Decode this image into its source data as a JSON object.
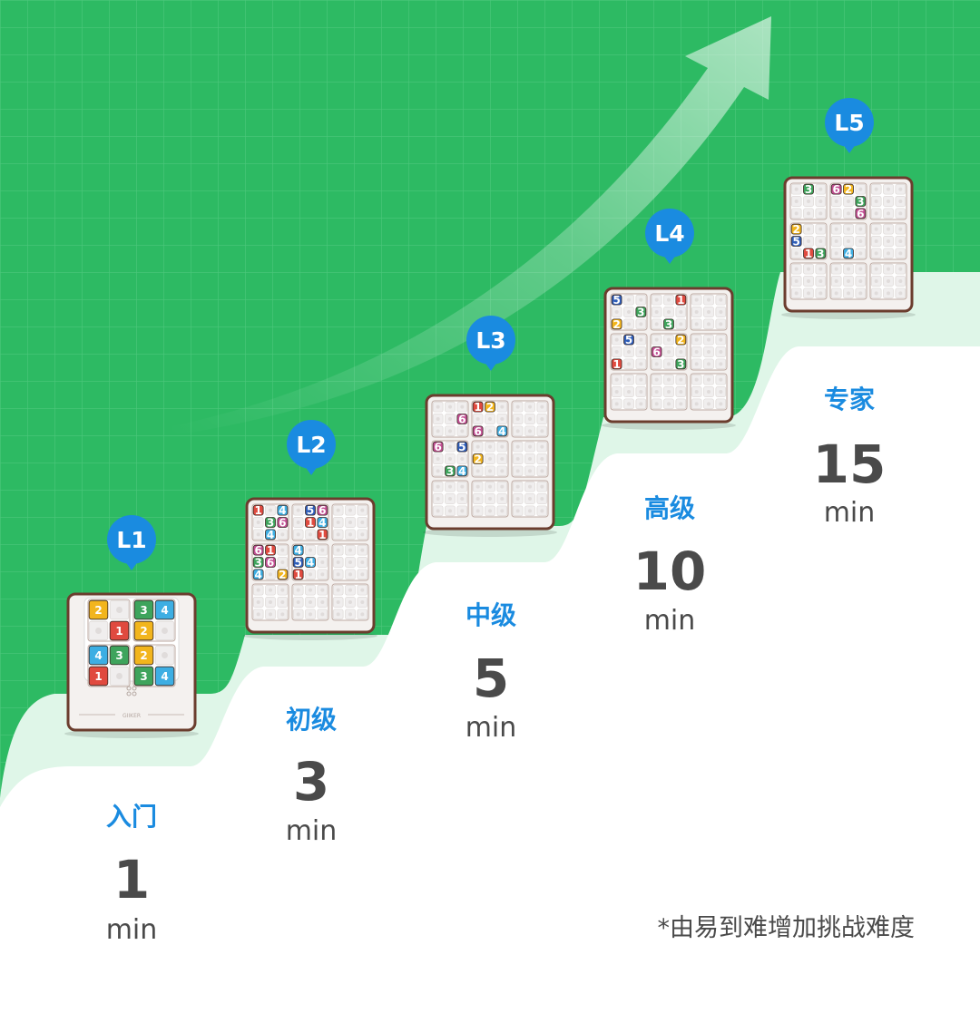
{
  "colors": {
    "background_green": "#2dba63",
    "step_light": "#dff6e8",
    "step_white": "#ffffff",
    "level_name": "#1a8be0",
    "value_text": "#4a4a4a",
    "pin_blue": "#1a8be0",
    "board_frame": "#6b3d2e",
    "tile": {
      "1": "#e04a3f",
      "2": "#f2b51d",
      "3": "#3ea45c",
      "4": "#3daee3",
      "5": "#2d5cb8",
      "6": "#c24e93"
    }
  },
  "levels": [
    {
      "badge": "L1",
      "name": "入门",
      "value": "1",
      "unit": "min",
      "board_size": 2,
      "tiles": [
        [
          0,
          0,
          2
        ],
        [
          1,
          1,
          1
        ],
        [
          2,
          0,
          3
        ],
        [
          3,
          0,
          4
        ],
        [
          2,
          1,
          2
        ],
        [
          0,
          2,
          4
        ],
        [
          1,
          2,
          3
        ],
        [
          0,
          3,
          1
        ],
        [
          2,
          2,
          2
        ],
        [
          2,
          3,
          3
        ],
        [
          3,
          3,
          4
        ]
      ]
    },
    {
      "badge": "L2",
      "name": "初级",
      "value": "3",
      "unit": "min",
      "board_size": 3,
      "tiles": [
        [
          0,
          0,
          1
        ],
        [
          2,
          0,
          4
        ],
        [
          1,
          1,
          3
        ],
        [
          2,
          1,
          6
        ],
        [
          4,
          0,
          5
        ],
        [
          5,
          0,
          6
        ],
        [
          4,
          1,
          1
        ],
        [
          5,
          1,
          4
        ],
        [
          1,
          2,
          4
        ],
        [
          0,
          3,
          6
        ],
        [
          1,
          3,
          1
        ],
        [
          5,
          2,
          1
        ],
        [
          3,
          3,
          4
        ],
        [
          0,
          4,
          3
        ],
        [
          1,
          4,
          6
        ],
        [
          0,
          5,
          4
        ],
        [
          2,
          5,
          2
        ],
        [
          3,
          4,
          5
        ],
        [
          4,
          4,
          4
        ],
        [
          3,
          5,
          1
        ]
      ]
    },
    {
      "badge": "L3",
      "name": "中级",
      "value": "5",
      "unit": "min",
      "board_size": 3,
      "tiles": [
        [
          2,
          1,
          6
        ],
        [
          3,
          0,
          1
        ],
        [
          4,
          0,
          2
        ],
        [
          3,
          2,
          6
        ],
        [
          5,
          2,
          4
        ],
        [
          0,
          3,
          6
        ],
        [
          2,
          3,
          5
        ],
        [
          3,
          4,
          2
        ],
        [
          1,
          5,
          3
        ],
        [
          2,
          5,
          4
        ]
      ]
    },
    {
      "badge": "L4",
      "name": "高级",
      "value": "10",
      "unit": "min",
      "board_size": 3,
      "tiles": [
        [
          0,
          0,
          5
        ],
        [
          2,
          1,
          3
        ],
        [
          5,
          0,
          1
        ],
        [
          0,
          2,
          2
        ],
        [
          1,
          3,
          5
        ],
        [
          4,
          2,
          3
        ],
        [
          5,
          3,
          2
        ],
        [
          0,
          5,
          1
        ],
        [
          3,
          4,
          6
        ],
        [
          5,
          5,
          3
        ]
      ]
    },
    {
      "badge": "L5",
      "name": "专家",
      "value": "15",
      "unit": "min",
      "board_size": 3,
      "tiles": [
        [
          1,
          0,
          3
        ],
        [
          3,
          0,
          6
        ],
        [
          4,
          0,
          2
        ],
        [
          5,
          1,
          3
        ],
        [
          0,
          3,
          2
        ],
        [
          5,
          2,
          6
        ],
        [
          0,
          4,
          5
        ],
        [
          1,
          5,
          1
        ],
        [
          2,
          5,
          3
        ],
        [
          4,
          5,
          4
        ]
      ]
    }
  ],
  "footnote": "*由易到难增加挑战难度",
  "l1_board_brand": "GIIKER"
}
